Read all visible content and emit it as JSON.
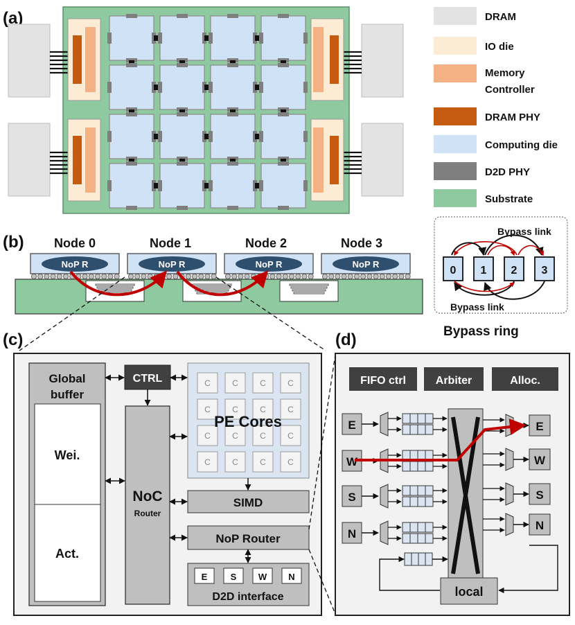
{
  "panels": {
    "a": "(a)",
    "b": "(b)",
    "c": "(c)",
    "d": "(d)"
  },
  "legend": [
    {
      "label": "DRAM",
      "color": "#e3e3e3"
    },
    {
      "label": "IO die",
      "color": "#fdecd5"
    },
    {
      "label": "Memory",
      "label2": "Controller",
      "color": "#f4b183"
    },
    {
      "label": "DRAM PHY",
      "color": "#c55a11"
    },
    {
      "label": "Computing die",
      "color": "#cfe2f6"
    },
    {
      "label": "D2D PHY",
      "color": "#7f7f7f"
    },
    {
      "label": "Substrate",
      "color": "#8fc9a0"
    }
  ],
  "panel_b": {
    "nodes": [
      "Node 0",
      "Node 1",
      "Node 2",
      "Node 3"
    ],
    "router": "NoP R",
    "ring": {
      "nums": [
        "0",
        "1",
        "2",
        "3"
      ],
      "bypass_top": "Bypass link",
      "bypass_bottom": "Bypass link",
      "title": "Bypass ring"
    }
  },
  "panel_c": {
    "ctrl": "CTRL",
    "global_buffer": "Global buffer",
    "global_buffer_1": "Global",
    "global_buffer_2": "buffer",
    "wei": "Wei.",
    "act": "Act.",
    "noc": "NoC",
    "noc_sub": "Router",
    "core": "C",
    "pe_cores": "PE Cores",
    "simd": "SIMD",
    "nop_router": "NoP Router",
    "ports": [
      "E",
      "S",
      "W",
      "N"
    ],
    "d2d": "D2D interface"
  },
  "panel_d": {
    "fifo_ctrl": "FIFO ctrl",
    "arbiter": "Arbiter",
    "alloc": "Alloc.",
    "inputs": [
      "E",
      "W",
      "S",
      "N"
    ],
    "outputs": [
      "E",
      "W",
      "S",
      "N"
    ],
    "local": "local"
  }
}
